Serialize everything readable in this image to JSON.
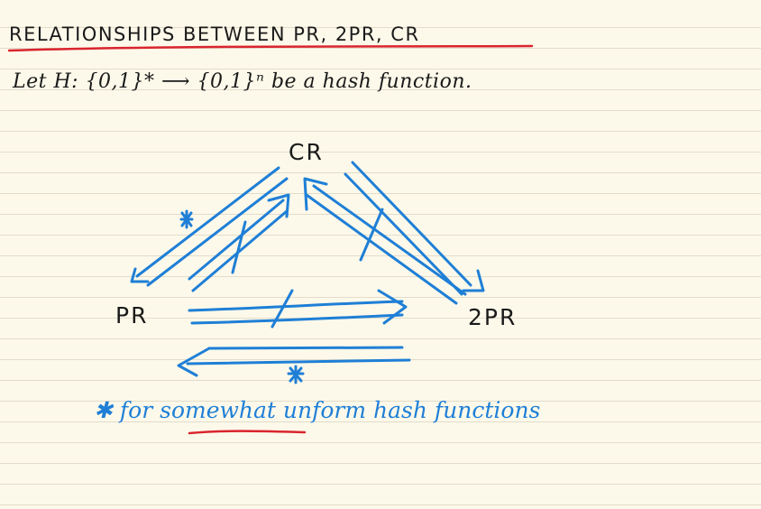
{
  "page": {
    "heading": "RELATIONSHIPS BETWEEN  PR, 2PR, CR",
    "intro": "Let  H: {0,1}* ⟶ {0,1}ⁿ  be a  hash  function.",
    "footnote": {
      "star": "✱",
      "pre": " for ",
      "emphasis": "somewhat",
      "post": " unform hash functions"
    }
  },
  "diagram": {
    "nodes": {
      "cr": "CR",
      "pr": "PR",
      "two_pr": "2PR"
    },
    "star_mark": "*"
  },
  "colors": {
    "ink_black": "#1a1a1a",
    "ink_blue": "#1f7fd6",
    "ink_red": "#d9252e",
    "paper": "#fdf9ea",
    "rule_line": "#e2dccb"
  }
}
